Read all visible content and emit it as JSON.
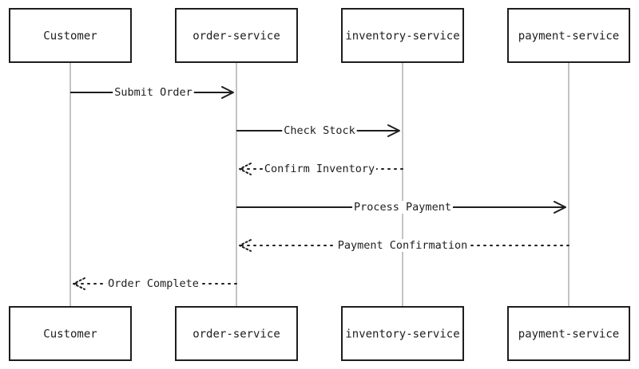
{
  "participants": [
    {
      "id": "customer",
      "label": "Customer"
    },
    {
      "id": "order",
      "label": "order-service"
    },
    {
      "id": "inventory",
      "label": "inventory-service"
    },
    {
      "id": "payment",
      "label": "payment-service"
    }
  ],
  "messages": [
    {
      "from": 0,
      "to": 1,
      "label": "Submit Order",
      "style": "solid"
    },
    {
      "from": 1,
      "to": 2,
      "label": "Check Stock",
      "style": "solid"
    },
    {
      "from": 2,
      "to": 1,
      "label": "Confirm Inventory",
      "style": "dashed"
    },
    {
      "from": 1,
      "to": 3,
      "label": "Process Payment",
      "style": "solid"
    },
    {
      "from": 3,
      "to": 1,
      "label": "Payment Confirmation",
      "style": "dashed"
    },
    {
      "from": 1,
      "to": 0,
      "label": "Order Complete",
      "style": "dashed"
    }
  ]
}
